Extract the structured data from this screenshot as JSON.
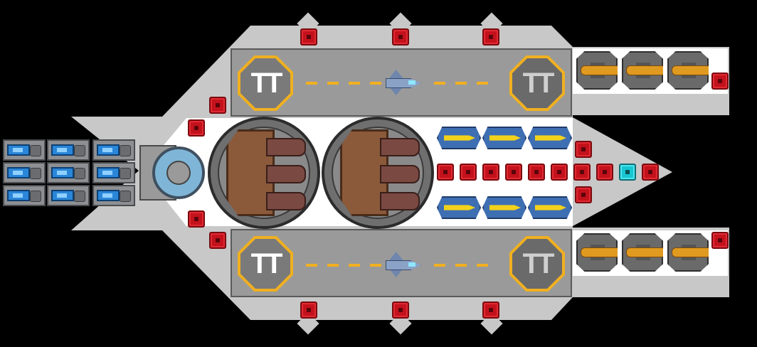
{
  "scene": {
    "background_color": "#000000",
    "hull_color": "#c8c8c8",
    "deck_color": "#ffffff",
    "armor_block_color": "#c4121c",
    "shield_node_color": "#18c6d2"
  },
  "hangar_top": {
    "pad_left_icon": "hangar-logo-icon",
    "pad_right_icon": "hangar-logo-icon",
    "fighter_icon": "fighter-craft-icon"
  },
  "hangar_bottom": {
    "pad_left_icon": "hangar-logo-icon",
    "pad_right_icon": "hangar-logo-icon",
    "fighter_icon": "fighter-craft-icon"
  },
  "modules": {
    "energy_cells": 9,
    "heavy_turrets": 2,
    "missile_launchers": 6,
    "orange_guns": 6,
    "fighters": 2
  },
  "pad_logo_text": "TT"
}
